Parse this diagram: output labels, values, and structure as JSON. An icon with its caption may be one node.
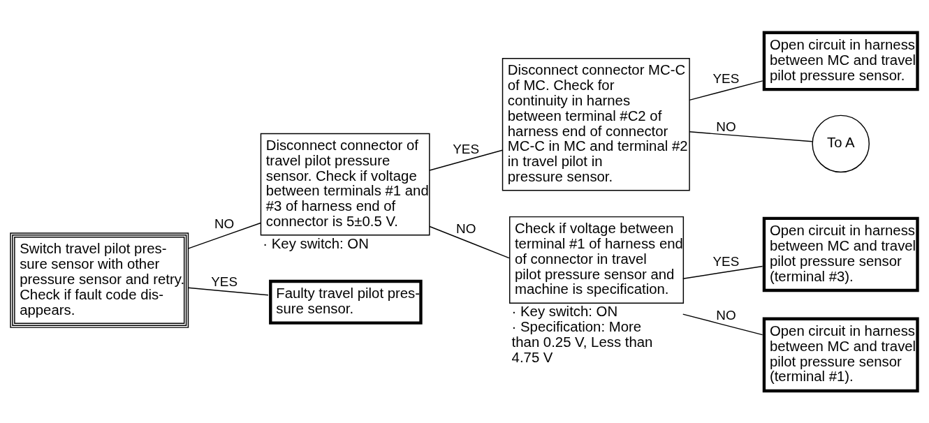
{
  "diagram": {
    "nodes": [
      {
        "text": [
          "Switch travel pilot pres- sure sensor with other pressure sensor and retry. Check if fault code dis- appears."
        ]
      },
      {
        "text": [
          "Disconnect connector of travel pilot pressure sensor. Check if voltage between terminals #1 and #3 of harness end of connector is 5±0.5 V."
        ],
        "beside": [
          "· Key switch: ON"
        ]
      },
      {
        "text": [
          "Disconnect connector MC-C of MC. Check for continuity in harnes between terminal #C2 of harness end of connector MC-C in MC and terminal #2 in travel pilot in pressure sensor."
        ]
      },
      {
        "text": [
          "Check if voltage between terminal #1 of harness end of connector in travel pilot pressure sensor and machine is specification."
        ],
        "beside": [
          "· Key switch: ON",
          "· Specification: More than 0.25 V, Less than 4.75 V"
        ]
      },
      {
        "text": [
          "Open circuit in harness between MC and travel pilot pressure sensor."
        ]
      },
      {
        "text": [
          "To A"
        ]
      },
      {
        "text": [
          "Open circuit in harness between MC and travel pilot pressure sensor (terminal #3)."
        ]
      },
      {
        "text": [
          "Open circuit in harness between MC and travel pilot pressure sensor (terminal #1)."
        ]
      },
      {
        "text": [
          "Faulty travel pilot pres- sure sensor."
        ]
      }
    ],
    "edges": [
      {
        "from": 0,
        "to": 1,
        "arrow": "none",
        "label": "NO"
      },
      {
        "from": 0,
        "to": 8,
        "arrow": "none",
        "label": "YES"
      },
      {
        "from": 1,
        "to": 2,
        "arrow": "none",
        "label": "YES"
      },
      {
        "from": 1,
        "to": 3,
        "arrow": "none",
        "label": "NO"
      },
      {
        "from": 2,
        "to": 4,
        "arrow": "none",
        "label": "YES"
      },
      {
        "from": 2,
        "to": 5,
        "arrow": "none",
        "label": "NO"
      },
      {
        "from": 3,
        "to": 6,
        "arrow": "none",
        "label": "YES"
      },
      {
        "from": 3,
        "to": 7,
        "arrow": "none",
        "label": "NO"
      }
    ]
  }
}
